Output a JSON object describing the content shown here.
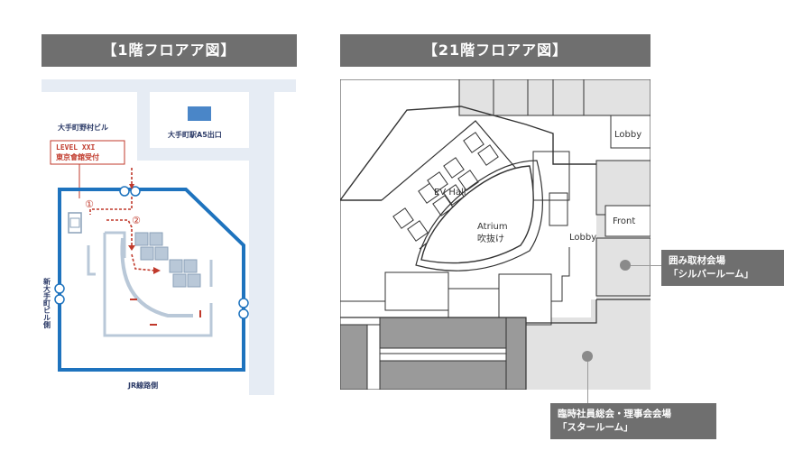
{
  "floor_1": {
    "title": "【1階フロアア図】",
    "labels": {
      "building": "大手町野村ビル",
      "station_exit": "大手町駅A5出口",
      "reception_line1": "LEVEL XXI",
      "reception_line2": "東京會舘受付",
      "side": "新大手町ビル側",
      "bottom": "JR線路側",
      "step1": "①",
      "step2": "②"
    },
    "colors": {
      "building_outline": "#1e73be",
      "route": "#c0392b",
      "street": "#e6ecf4",
      "room": "#b9c8d8"
    }
  },
  "floor_21": {
    "title": "【21階フロアア図】",
    "labels": {
      "lobby_top": "Lobby",
      "front": "Front",
      "ev_hall": "EV Hall",
      "atrium_en": "Atrium",
      "atrium_jp": "吹抜け",
      "lobby_mid": "Lobby"
    },
    "callouts": {
      "silver_line1": "囲み取材会場",
      "silver_line2": "「シルバールーム」",
      "star_line1": "臨時社員総会・理事会会場",
      "star_line2": "「スタールーム」"
    },
    "colors": {
      "room_highlight": "#e2e2e2",
      "dark_room": "#9a9a9a",
      "callout_bg": "#6f6f6f"
    }
  }
}
